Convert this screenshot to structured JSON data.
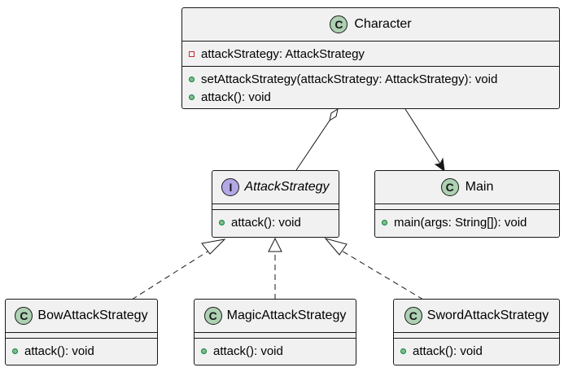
{
  "classes": {
    "character": {
      "name": "Character",
      "badge": "C",
      "fields": [
        "attackStrategy: AttackStrategy"
      ],
      "methods": [
        "setAttackStrategy(attackStrategy: AttackStrategy): void",
        "attack(): void"
      ]
    },
    "attack_strategy": {
      "name": "AttackStrategy",
      "badge": "I",
      "methods": [
        "attack(): void"
      ]
    },
    "main": {
      "name": "Main",
      "badge": "C",
      "methods": [
        "main(args: String[]): void"
      ]
    },
    "bow": {
      "name": "BowAttackStrategy",
      "badge": "C",
      "methods": [
        "attack(): void"
      ]
    },
    "magic": {
      "name": "MagicAttackStrategy",
      "badge": "C",
      "methods": [
        "attack(): void"
      ]
    },
    "sword": {
      "name": "SwordAttackStrategy",
      "badge": "C",
      "methods": [
        "attack(): void"
      ]
    }
  },
  "colors": {
    "class_badge": "#add1b2",
    "interface_badge": "#b4a7e5",
    "box_fill": "#f1f1f1",
    "line": "#181818"
  }
}
